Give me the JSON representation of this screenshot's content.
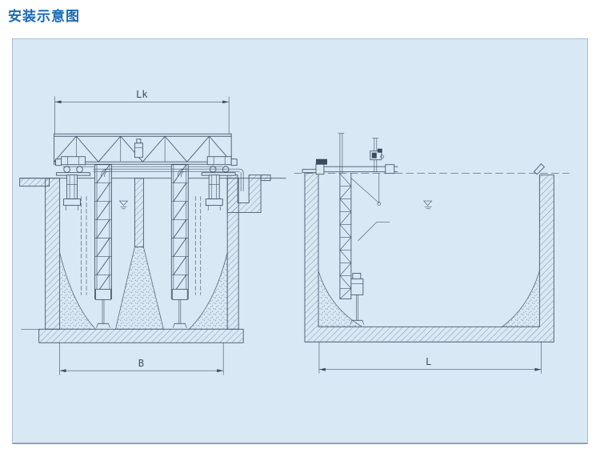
{
  "page": {
    "title": "安装示意图"
  },
  "colors": {
    "title_text": "#1b69b4",
    "panel_background": "#d9e8f5",
    "panel_border": "#aabfd2",
    "drawing_line": "#4a5a6e"
  },
  "diagram": {
    "left_view": {
      "dim_top": "Lk",
      "dim_bottom": "B"
    },
    "right_view": {
      "dim_bottom": "L"
    }
  }
}
